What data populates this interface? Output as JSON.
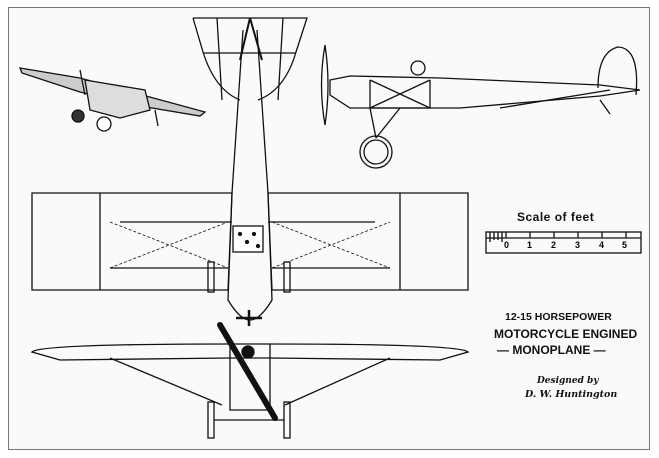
{
  "scale": {
    "title": "Scale of feet",
    "ticks": [
      "0",
      "1",
      "2",
      "3",
      "4",
      "5"
    ]
  },
  "title": {
    "line1": "12-15 HORSEPOWER",
    "line2": "MOTORCYCLE ENGINED",
    "line3": "— MONOPLANE —"
  },
  "credit": {
    "line1": "Designed by",
    "line2": "D. W. Huntington"
  },
  "colors": {
    "ink": "#111111",
    "paper": "#fafafa",
    "frame": "#777777"
  }
}
